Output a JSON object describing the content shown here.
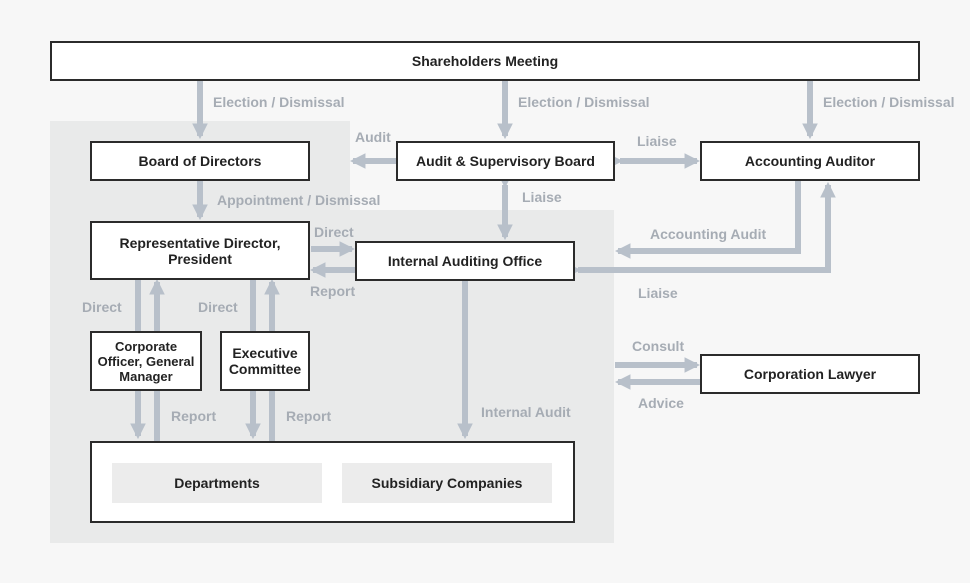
{
  "colors": {
    "arrow": "#b8c0ca",
    "label": "#a6acb4",
    "border": "#2b2b2b",
    "region": "#e9eaea",
    "background": "#f7f7f7"
  },
  "nodes": {
    "shareholders": "Shareholders Meeting",
    "board": "Board of Directors",
    "audit_board": "Audit & Supervisory Board",
    "accounting_auditor": "Accounting Auditor",
    "president": "Representative Director, President",
    "internal_audit_office": "Internal Auditing Office",
    "corporate_officer": "Corporate Officer, General Manager",
    "executive_committee": "Executive Committee",
    "departments": "Departments",
    "subsidiaries": "Subsidiary Companies",
    "lawyer": "Corporation Lawyer"
  },
  "labels": {
    "election1": "Election / Dismissal",
    "election2": "Election / Dismissal",
    "election3": "Election / Dismissal",
    "audit": "Audit",
    "liaise_top": "Liaise",
    "liaise_mid": "Liaise",
    "liaise_right": "Liaise",
    "appointment": "Appointment / Dismissal",
    "direct_top": "Direct",
    "report_top": "Report",
    "accounting_audit": "Accounting Audit",
    "direct_left1": "Direct",
    "direct_left2": "Direct",
    "report_left1": "Report",
    "report_left2": "Report",
    "internal_audit": "Internal Audit",
    "consult": "Consult",
    "advice": "Advice"
  }
}
